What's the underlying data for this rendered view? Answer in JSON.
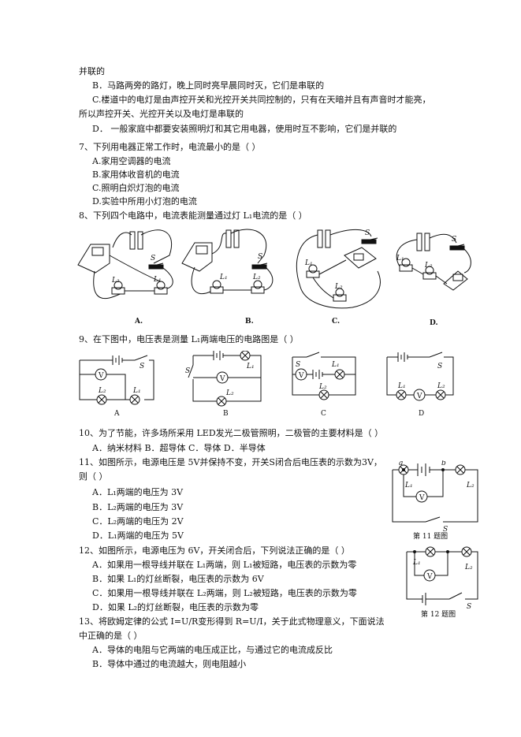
{
  "lines": [
    "并联的",
    "B．马路两旁的路灯，晚上同时亮早晨同时灭，它们是串联的",
    "C.楼道中的电灯是由声控开关和光控开关共同控制的，只有在天暗并且有声音时才能亮，",
    "所以声控开关、光控开关以及电灯是串联的",
    "D．  一般家庭中都要安装照明灯和其它用电器，使用时互不影响，它们是并联的",
    "7、下列用电器正常工作时，电流最小的是（       ）",
    "A.家用空调器的电流",
    "B.家用体收音机的电流",
    "C.照明白炽灯泡的电流",
    "D.实验中所用小灯泡的电流",
    "8、下列四个电路中，电流表能测量通过灯 L₁电流的是（       ）",
    "9、在下图中，电压表是测量 L₁两端电压的电路图是（         ）",
    "10、为了节能，许多场所采用 LED发光二极管照明，二极管的主要材料是（         ）",
    "A．纳米材料          B．超导体          C．导体          D．半导体",
    "11、如图所示，电源电压是 5V并保持不变，开关S闭合后电压表的示数为3V，",
    "则（   ）",
    "A．L₁两端的电压为 3V",
    "B．L₂两端的电压为 3V",
    "C．L₂两端的电压为 2V",
    "D．L₁两端的电压为 5V",
    "12、如图所示，电源电压为 6V，开关闭合后，下列说法正确的是（       ）",
    "A．如果用一根导线并联在 L₁两端，则 L₁被短路，电压表的示数为零",
    "B．如果 L₁的灯丝断裂，电压表的示数为 6V",
    "C．如果用一根导线并联在 L₂两端，则 L₂被短路，电压表的示数为零",
    "D．如果 L₂的灯丝断裂，电压表的示数为零",
    "13、将欧姆定律的公式 I=U/R变形得到 R=U/I，关于此式物理意义，下面说法",
    "中正确的是（       ）",
    "A．导体的电阻与它两端的电压成正比，与通过它的电流成反比",
    "B．导体中通过的电流越大，则电阻越小"
  ],
  "fig8": {
    "labels": [
      "A.",
      "B.",
      "C.",
      "D."
    ],
    "s": "S",
    "l1": "L₁",
    "l2": "L₂"
  },
  "fig9": {
    "labels": [
      "A",
      "B",
      "C",
      "D"
    ],
    "v": "V",
    "s": "S",
    "l1": "L₁",
    "l2": "L₂"
  },
  "fig11": {
    "caption": "第 11 题图",
    "a": "a",
    "b": "b",
    "v": "V",
    "s": "S",
    "l1": "L₁",
    "l2": "L₂"
  },
  "fig12": {
    "caption": "第 12 题图",
    "v": "V",
    "s": "S",
    "l1": "L₁",
    "l2": "L₂"
  }
}
